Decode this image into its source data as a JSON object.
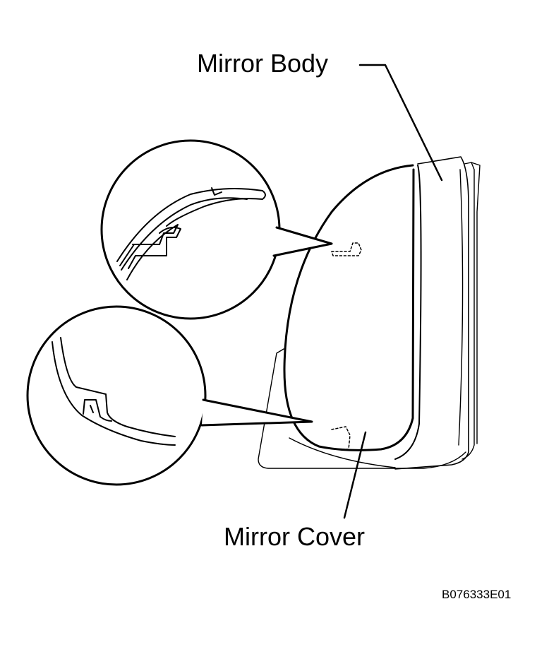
{
  "labels": {
    "mirror_body": "Mirror Body",
    "mirror_cover": "Mirror Cover"
  },
  "figure_code": "B076333E01",
  "colors": {
    "line": "#000000",
    "background": "#ffffff"
  }
}
